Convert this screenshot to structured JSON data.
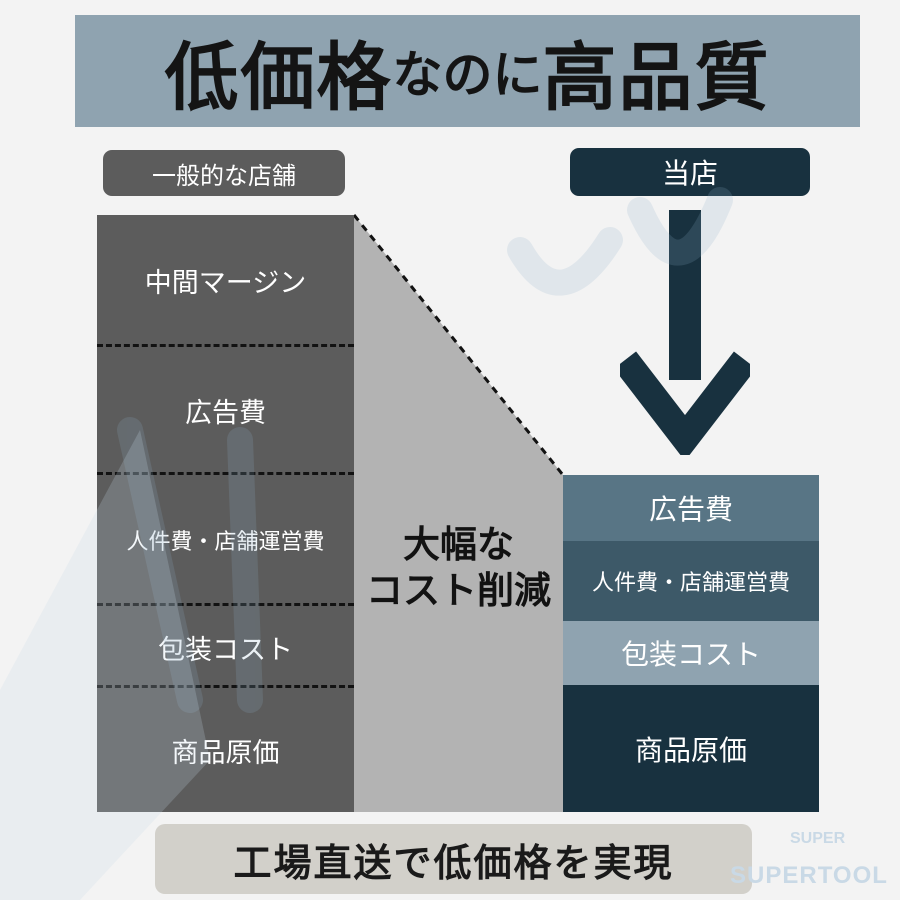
{
  "title": {
    "part1": "低価格",
    "part2": "なのに",
    "part3": "高品質"
  },
  "left_header": "一般的な店舗",
  "right_header": "当店",
  "left_segments": [
    "中間マージン",
    "広告費",
    "人件費・店舗運営費",
    "包装コスト",
    "商品原価"
  ],
  "cost_cut": {
    "line1": "大幅な",
    "line2": "コスト削減"
  },
  "right_segments": [
    "広告費",
    "人件費・店舗運営費",
    "包装コスト",
    "商品原価"
  ],
  "bottom_banner": "工場直送で低価格を実現",
  "watermark": {
    "brand": "SUPERTOOL",
    "small": "SUPER"
  },
  "colors": {
    "left_column": "#5c5c5c",
    "title_band": "#8fa3b0",
    "navy": "#18313f",
    "trapezoid": "#b3b3b3"
  }
}
